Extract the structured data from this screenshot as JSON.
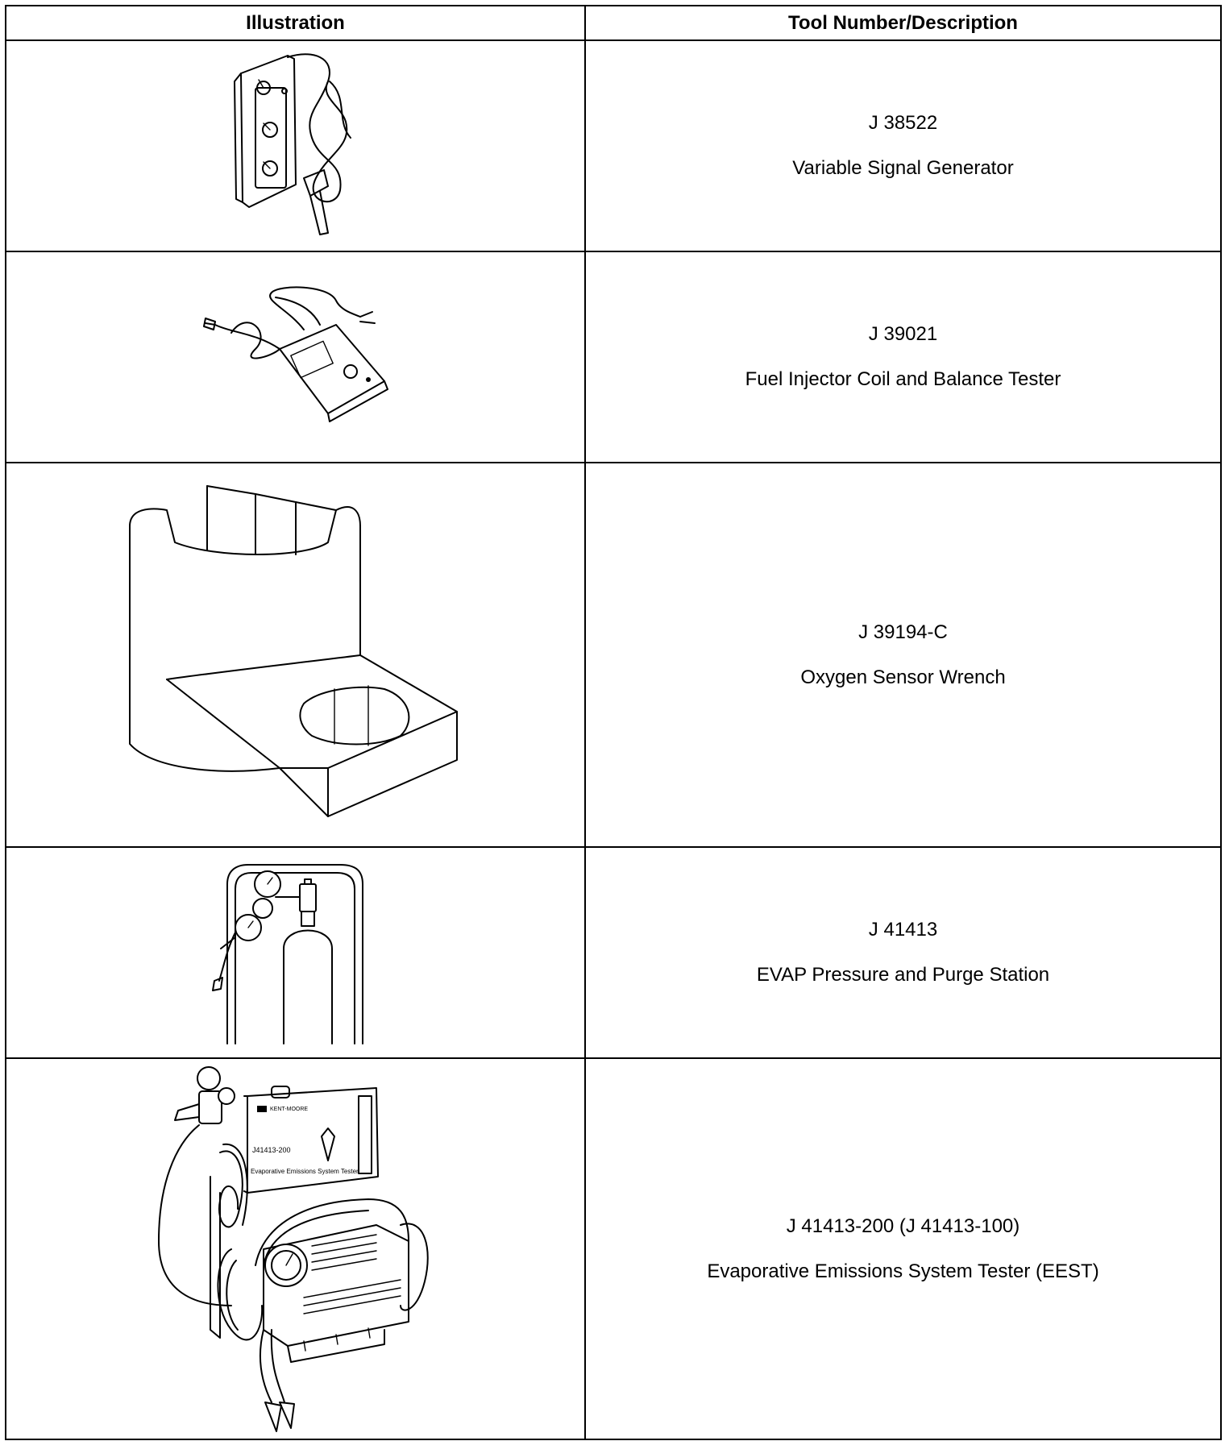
{
  "table": {
    "headers": {
      "illustration": "Illustration",
      "tool": "Tool Number/Description"
    },
    "rows": [
      {
        "number": "J 38522",
        "description": "Variable Signal Generator",
        "icon": "variable-signal-generator-illustration"
      },
      {
        "number": "J 39021",
        "description": "Fuel Injector Coil and Balance Tester",
        "icon": "fuel-injector-tester-illustration"
      },
      {
        "number": "J 39194-C",
        "description": "Oxygen Sensor Wrench",
        "icon": "oxygen-sensor-wrench-illustration"
      },
      {
        "number": "J 41413",
        "description": "EVAP Pressure and Purge Station",
        "icon": "evap-purge-station-illustration"
      },
      {
        "number": "J 41413-200 (J 41413-100)",
        "description": "Evaporative Emissions System Tester (EEST)",
        "icon": "eest-illustration"
      }
    ]
  },
  "illustration_text": {
    "eest_brand": "KENT-MOORE",
    "eest_model": "J41413-200",
    "eest_label": "Evaporative Emissions System Tester"
  }
}
